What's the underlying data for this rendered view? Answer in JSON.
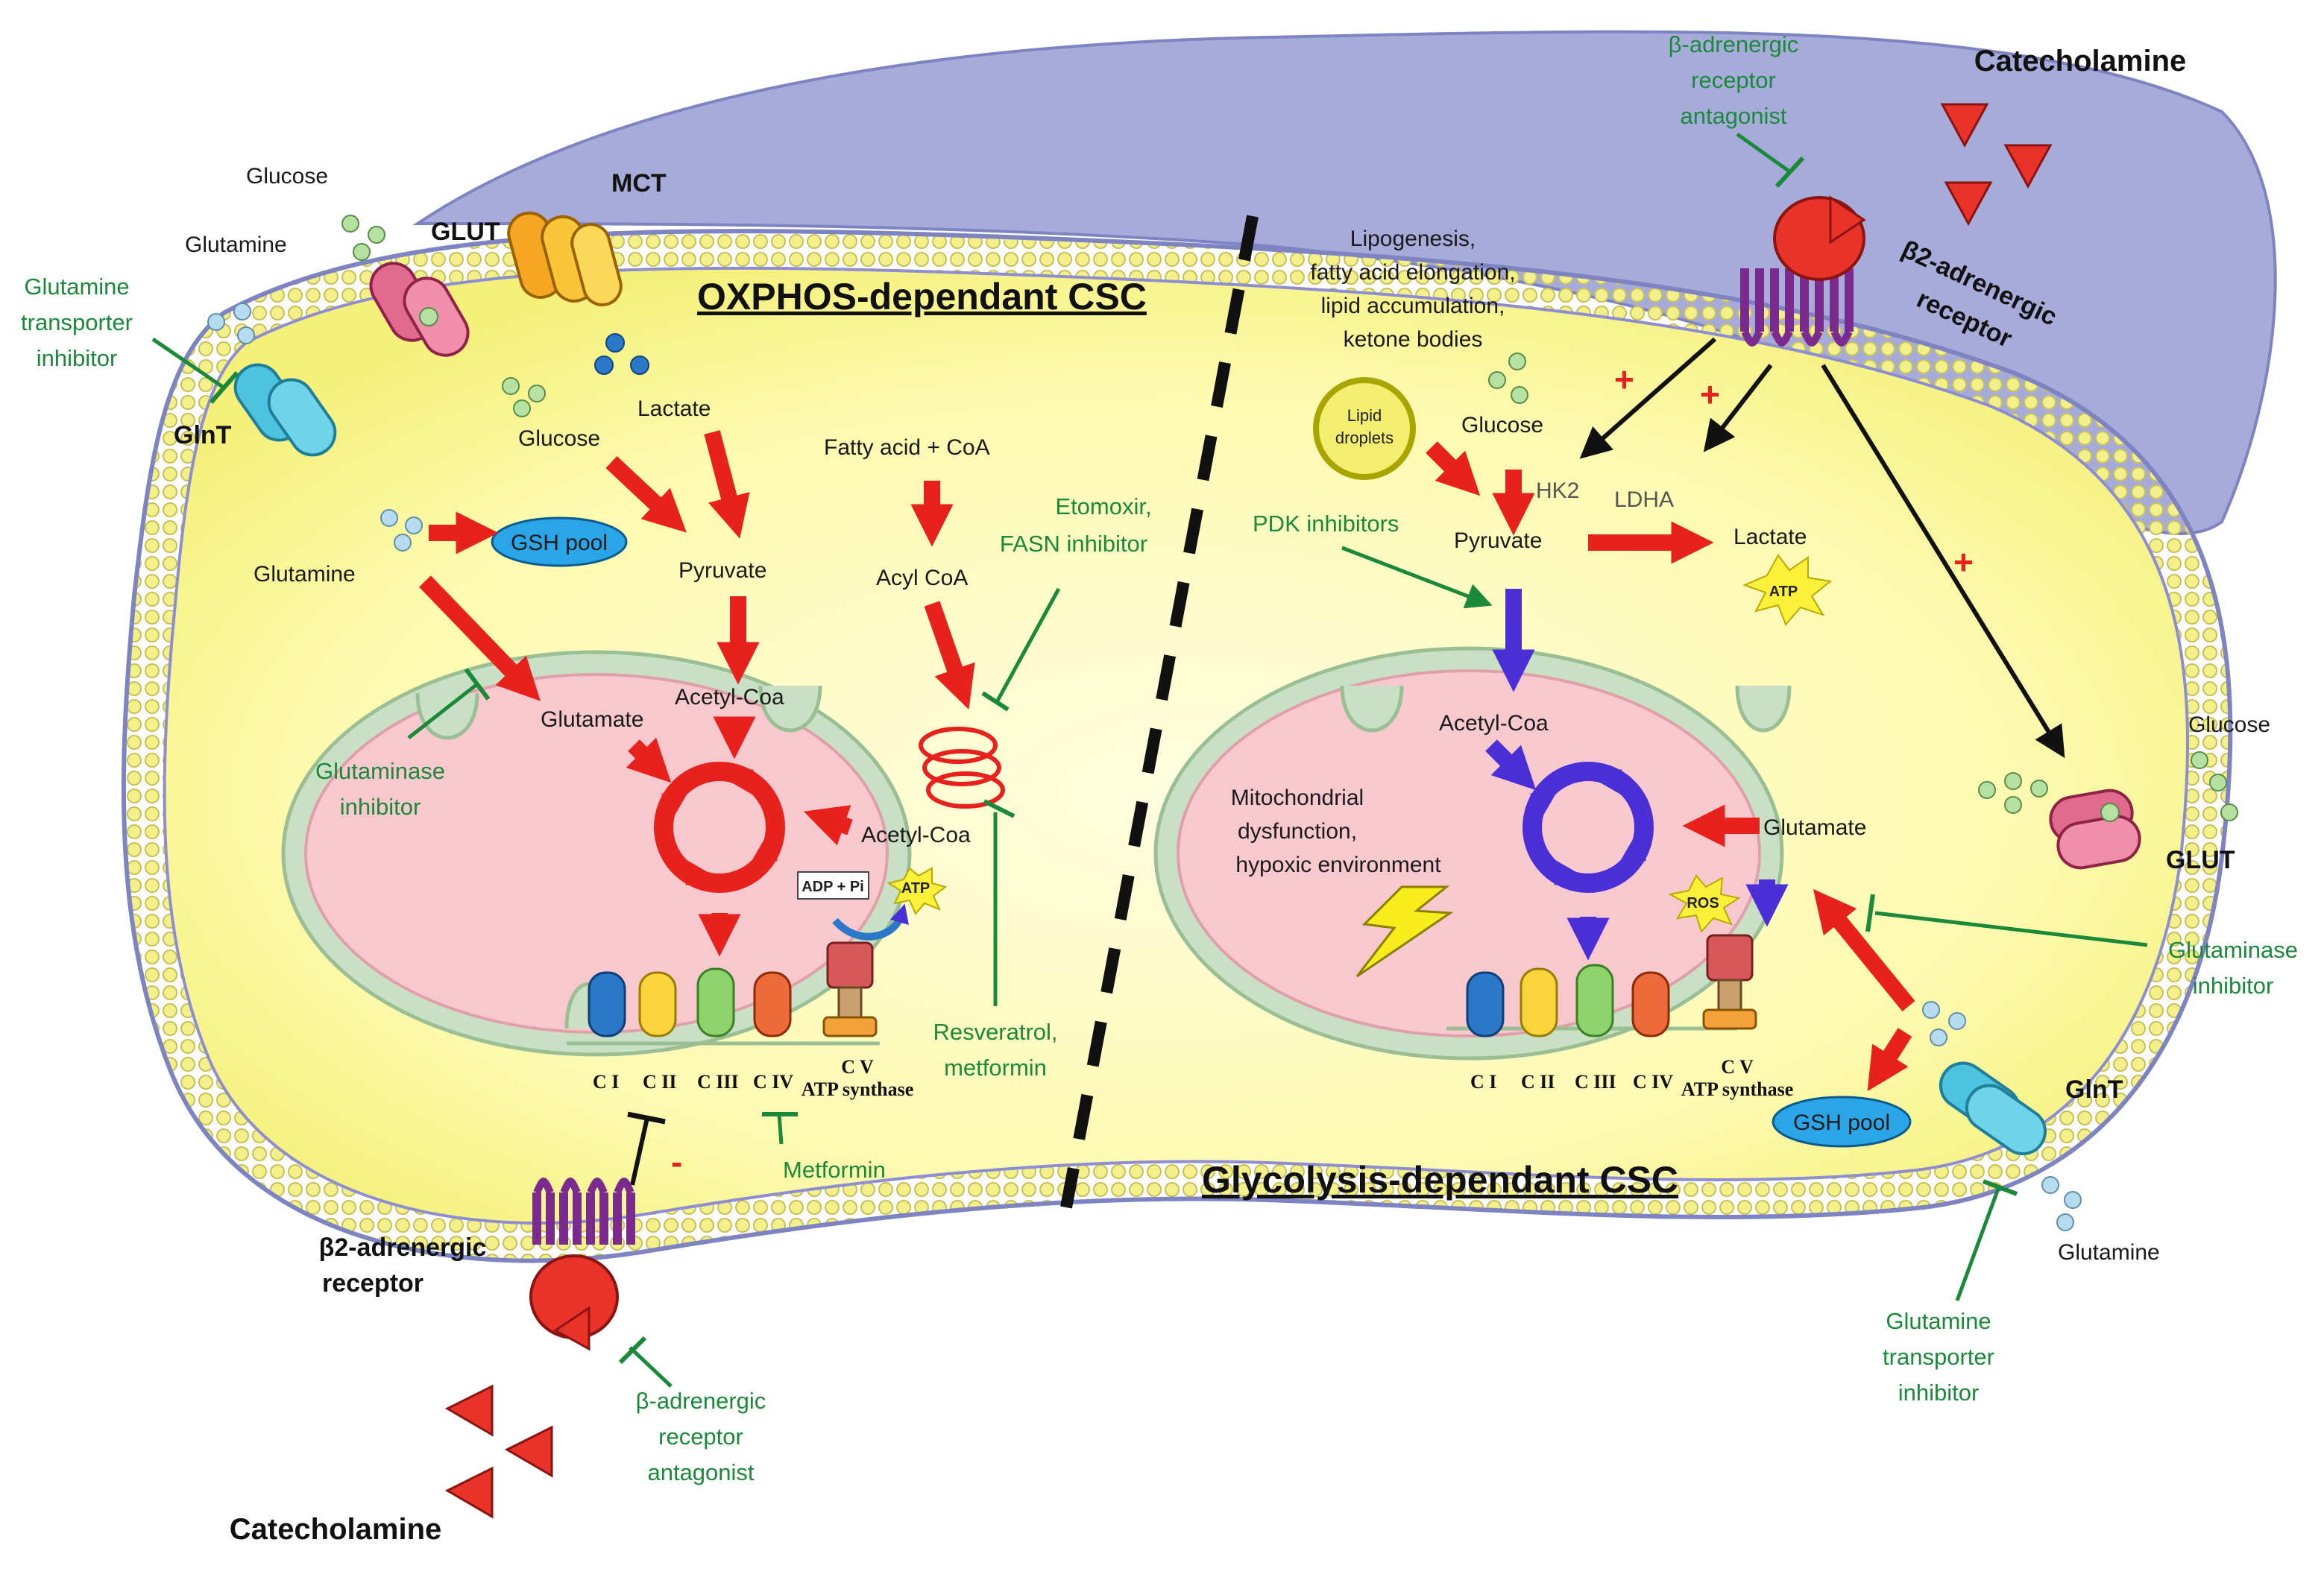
{
  "titles": {
    "oxphos": "OXPHOS-dependant CSC",
    "glycolysis": "Glycolysis-dependant CSC"
  },
  "left": {
    "glucose_out": "Glucose",
    "glutamine_out": "Glutamine",
    "glut": "GLUT",
    "mct": "MCT",
    "glnt": "GlnT",
    "gln_inhibitor": [
      "Glutamine",
      "transporter",
      "inhibitor"
    ],
    "glucose_in": "Glucose",
    "lactate": "Lactate",
    "gsh_pool": "GSH pool",
    "glutamine_in": "Glutamine",
    "pyruvate": "Pyruvate",
    "fatty_acid": "Fatty acid + CoA",
    "acyl_coa": "Acyl CoA",
    "etomoxir": [
      "Etomoxir,",
      "FASN inhibitor"
    ],
    "glutamate": "Glutamate",
    "acetyl_coa_top": "Acetyl-Coa",
    "acetyl_coa_right": "Acetyl-Coa",
    "glutaminase_inhibitor": [
      "Glutaminase",
      "inhibitor"
    ],
    "adp_pi": "ADP + Pi",
    "atp": "ATP",
    "resveratrol": [
      "Resveratrol,",
      "metformin"
    ],
    "complexes": [
      "C I",
      "C II",
      "C III",
      "C IV"
    ],
    "cv": [
      "C V",
      "ATP synthase"
    ],
    "metformin": "Metformin",
    "minus": "-",
    "b2_receptor": [
      "β2-adrenergic",
      "receptor"
    ],
    "b_antagonist": [
      "β-adrenergic",
      "receptor",
      "antagonist"
    ],
    "catecholamine": "Catecholamine"
  },
  "right": {
    "b_antagonist": [
      "β-adrenergic",
      "receptor",
      "antagonist"
    ],
    "catecholamine": "Catecholamine",
    "b2_receptor": [
      "β2-adrenergic",
      "receptor"
    ],
    "lipogenesis": [
      "Lipogenesis,",
      "fatty acid elongation,",
      "lipid accumulation,",
      "ketone bodies"
    ],
    "lipid_droplets": [
      "Lipid",
      "droplets"
    ],
    "glucose_in": "Glucose",
    "hk2": "HK2",
    "ldha": "LDHA",
    "pdk": "PDK inhibitors",
    "pyruvate": "Pyruvate",
    "lactate": "Lactate",
    "atp": "ATP",
    "plus": "+",
    "acetyl_coa": "Acetyl-Coa",
    "mito_dysfunction": [
      "Mitochondrial",
      "dysfunction,",
      "hypoxic environment"
    ],
    "glutamate": "Glutamate",
    "ros": "ROS",
    "complexes": [
      "C I",
      "C II",
      "C III",
      "C IV"
    ],
    "cv": [
      "C V",
      "ATP synthase"
    ],
    "glucose_out": "Glucose",
    "glut": "GLUT",
    "glutaminase_inhibitor": [
      "Glutaminase",
      "inhibitor"
    ],
    "glnt": "GlnT",
    "gsh_pool": "GSH pool",
    "glutamine_out": "Glutamine",
    "gln_inhibitor": [
      "Glutamine",
      "transporter",
      "inhibitor"
    ]
  },
  "colors": {
    "oxphos_arrow": "#e8211d",
    "glycolysis_arrow": "#4a2ed6",
    "inhibitor_green": "#1a8a3a",
    "cytoplasm": "#fdfab0",
    "membrane": "#8c8ed1",
    "mito_matrix": "#f7c9cf",
    "mito_outer": "#c9e0c5"
  }
}
